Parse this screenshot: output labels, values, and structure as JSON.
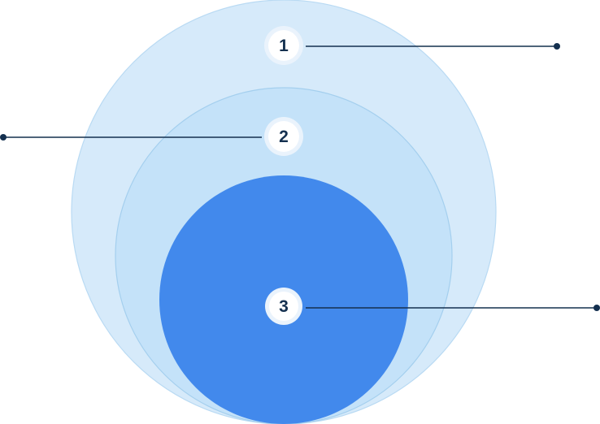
{
  "colors": {
    "outer_fill": "#d6eafa",
    "outer_stroke": "#b9daf3",
    "middle_fill": "#c1e1f8",
    "middle_stroke": "#a4cfee",
    "inner_fill": "#4289ec",
    "badge_fill": "#ffffff",
    "badge_ring": "#eaf3fc",
    "badge_text": "#14304f",
    "leader_line": "#14304f"
  },
  "levels": [
    {
      "label": "1",
      "name": "outer-circle"
    },
    {
      "label": "2",
      "name": "middle-circle"
    },
    {
      "label": "3",
      "name": "inner-circle"
    }
  ]
}
